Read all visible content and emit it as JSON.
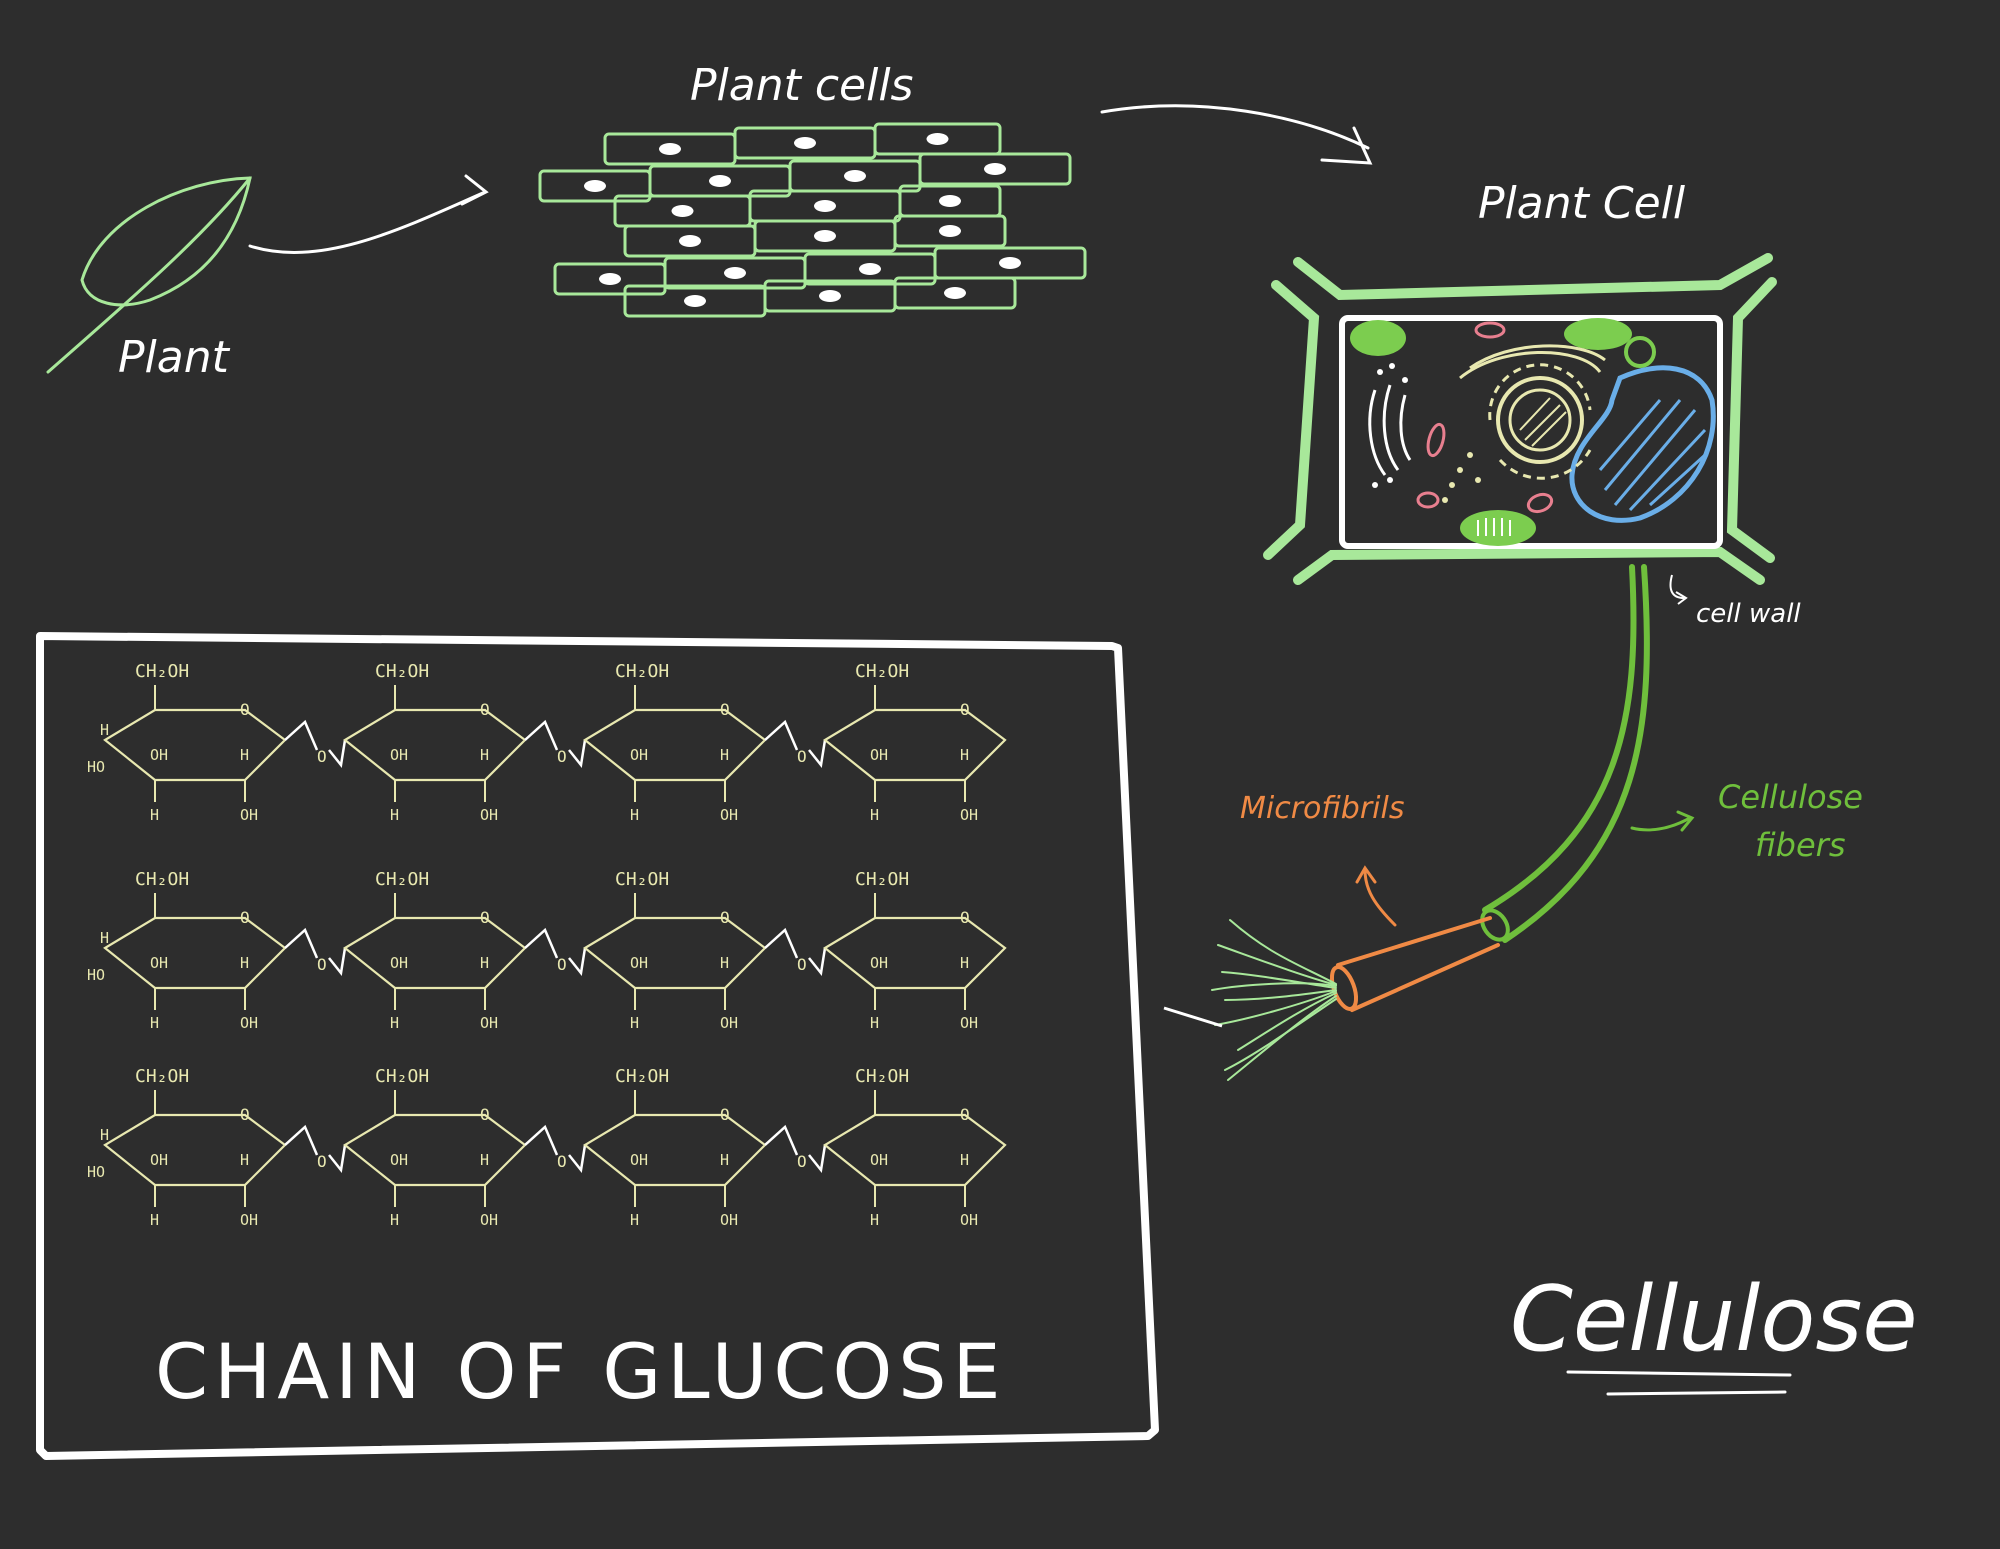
{
  "labels": {
    "plant": "Plant",
    "plant_cells": "Plant cells",
    "plant_cell": "Plant Cell",
    "cell_wall": "cell wall",
    "microfibrils": "Microfibrils",
    "cellulose_fibers_line1": "Cellulose",
    "cellulose_fibers_line2": "fibers",
    "chain_of_glucose": "CHAIN OF GLUCOSE",
    "cellulose": "Cellulose"
  },
  "glucose": {
    "ch2oh": "CH₂OH",
    "ring_o": "O",
    "bridge_o": "O",
    "h": "H",
    "oh": "OH",
    "ho": "HO"
  },
  "colors": {
    "background": "#2d2d2d",
    "chalk_white": "#ffffff",
    "cell_green": "#a8e89a",
    "bright_green": "#7ccd4f",
    "fiber_green": "#6fbf3c",
    "microfibril_orange": "#f08a45",
    "nucleus_blue": "#6aaee8",
    "glucose_yellow": "#e8e8b0",
    "mito_pink": "#e87f8f"
  }
}
